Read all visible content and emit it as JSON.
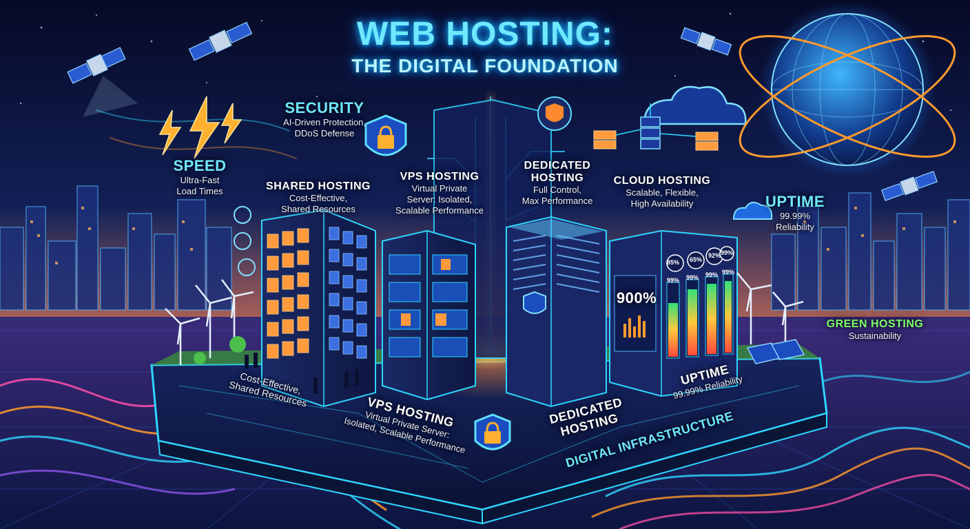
{
  "title": {
    "line1": "WEB HOSTING:",
    "line2": "THE DIGITAL FOUNDATION"
  },
  "labels": {
    "security": {
      "heading": "SECURITY",
      "line1": "AI-Driven Protection,",
      "line2": "DDoS Defense"
    },
    "speed": {
      "heading": "SPEED",
      "line1": "Ultra-Fast",
      "line2": "Load Times"
    },
    "shared_top": {
      "heading": "SHARED HOSTING",
      "line1": "Cost-Effective,",
      "line2": "Shared Resources"
    },
    "vps_top": {
      "heading": "VPS HOSTING",
      "line1": "Virtual Private",
      "line2": "Server: Isolated,",
      "line3": "Scalable Performance"
    },
    "dedicated_top": {
      "heading_line1": "DEDICATED",
      "heading_line2": "HOSTING",
      "line1": "Full Control,",
      "line2": "Max Performance"
    },
    "cloud_top": {
      "heading": "CLOUD HOSTING",
      "line1": "Scalable, Flexible,",
      "line2": "High Availability"
    },
    "uptime_right": {
      "heading": "UPTIME",
      "line1": "99.99%",
      "line2": "Reliability"
    },
    "green": {
      "heading": "GREEN HOSTING",
      "line1": "Sustainability"
    },
    "shared_base": {
      "line1": "Cost-Effective,",
      "line2": "Shared Resources"
    },
    "vps_base": {
      "heading": "VPS HOSTING",
      "line1": "Virtual Private Server:",
      "line2": "Isolated, Scalable Performance"
    },
    "dedicated_base": {
      "line1": "DEDICATED",
      "line2": "HOSTING"
    },
    "uptime_base": {
      "heading": "UPTIME",
      "line1": "99.99% Reliability"
    },
    "infrastructure": {
      "text": "DIGITAL INFRASTRUCTURE"
    }
  },
  "cloud_tower": {
    "big_readout": "900%",
    "gauges": [
      "85%",
      "65%",
      "92%",
      "99%"
    ],
    "sub_readouts": [
      "99%",
      "99%",
      "99%",
      "99%"
    ]
  },
  "colors": {
    "background": "#0a1030",
    "title_cyan": "#6fe8ff",
    "neon_orange": "#ff9a2e",
    "neon_cyan": "#2fd6ff",
    "neon_pink": "#ff4fa8",
    "green_label": "#7dff6a"
  },
  "icons": [
    "satellite-icon",
    "lightning-icon",
    "shield-lock-icon",
    "cloud-icon",
    "globe-icon",
    "wind-turbine-icon",
    "solar-panel-icon"
  ]
}
